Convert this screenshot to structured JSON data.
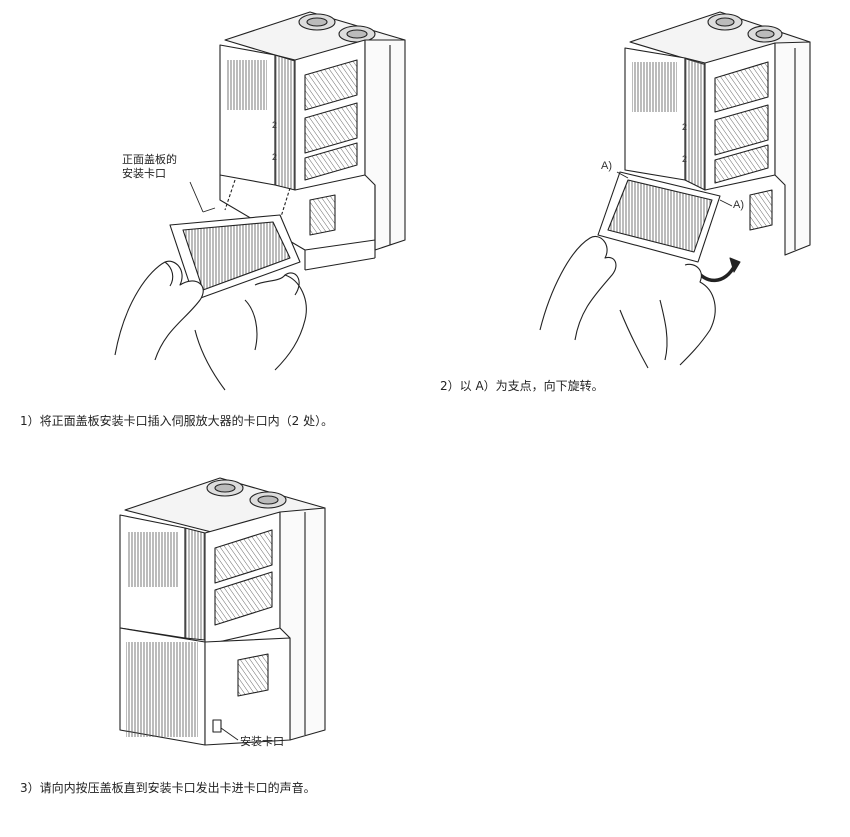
{
  "step1": {
    "caption": "1）将正面盖板安装卡口插入伺服放大器的卡口内（2 处）。",
    "callout_line1": "正面盖板的",
    "callout_line2": "安装卡口",
    "hole_marks": [
      "2",
      "2"
    ]
  },
  "step2": {
    "caption": "2）以 A）为支点，向下旋转。",
    "pivot_label": "A)",
    "hole_marks": [
      "2",
      "2"
    ]
  },
  "step3": {
    "caption": "3）请向内按压盖板直到安装卡口发出卡进卡口的声音。",
    "callout": "安装卡口"
  }
}
